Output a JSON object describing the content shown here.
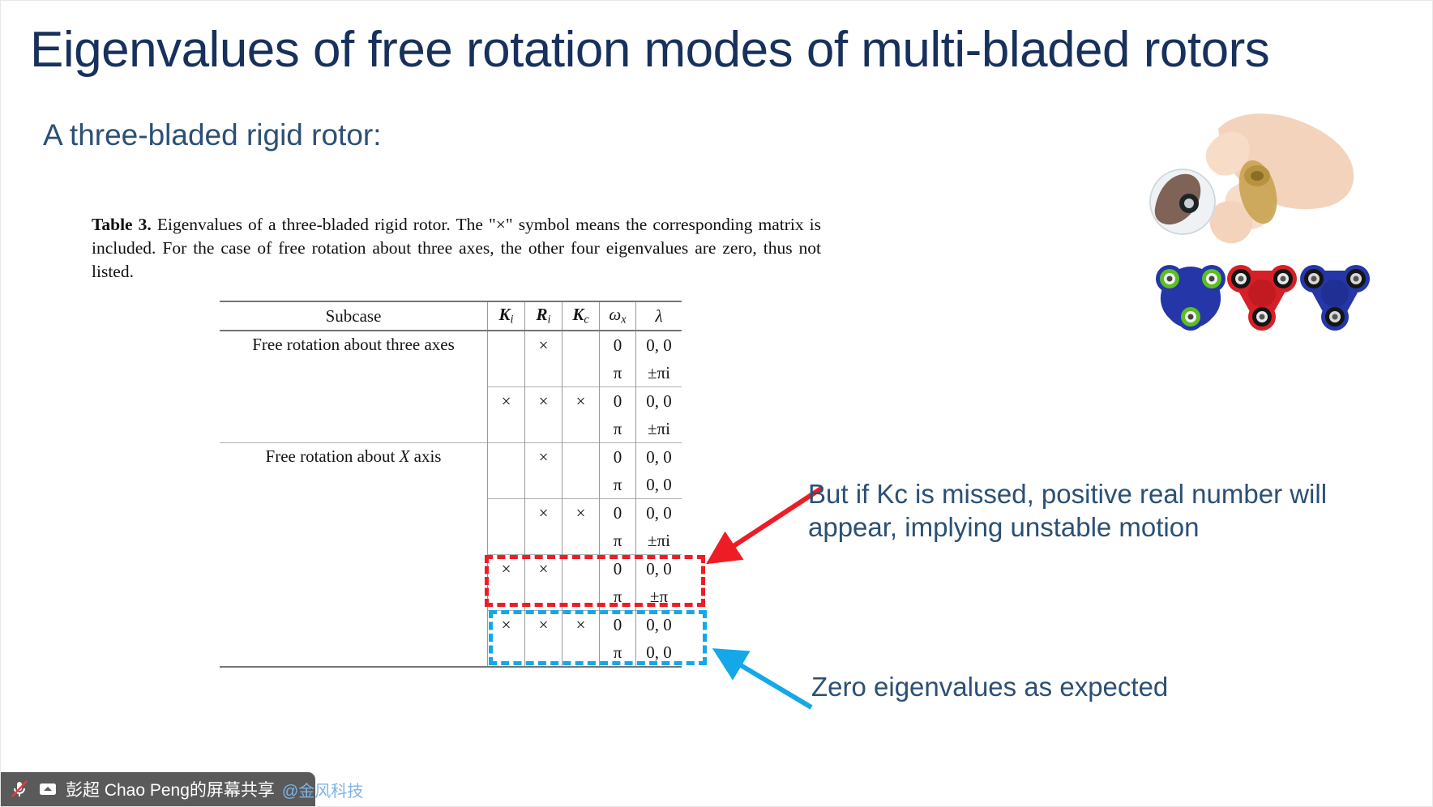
{
  "slide": {
    "title": "Eigenvalues of free rotation modes of multi-bladed rotors",
    "subtitle": "A three-bladed rigid rotor:",
    "title_color": "#17315c",
    "subtitle_color": "#2b5075"
  },
  "caption": {
    "label": "Table 3.",
    "text": " Eigenvalues of a three-bladed rigid rotor. The \"×\" symbol means the corresponding matrix is included. For the case of free rotation about three axes, the other four eigenvalues are zero, thus not listed."
  },
  "table": {
    "headers": [
      "Subcase",
      "K",
      "R",
      "K",
      "ω",
      "λ"
    ],
    "header_display": {
      "subcase": "Subcase",
      "ki_main": "K",
      "ki_sub": "i",
      "ri_main": "R",
      "ri_sub": "i",
      "kc_main": "K",
      "kc_sub": "c",
      "w_main": "ω",
      "w_sub": "x",
      "lambda": "λ"
    },
    "groups": [
      {
        "label": "Free rotation about three axes",
        "blocks": [
          {
            "Ki": "",
            "Ri": "×",
            "Kc": "",
            "rows": [
              {
                "w": "0",
                "l": "0, 0"
              },
              {
                "w": "π",
                "l": "±πi"
              }
            ]
          },
          {
            "Ki": "×",
            "Ri": "×",
            "Kc": "×",
            "rows": [
              {
                "w": "0",
                "l": "0, 0"
              },
              {
                "w": "π",
                "l": "±πi"
              }
            ]
          }
        ]
      },
      {
        "label": "Free rotation about X axis",
        "label_parts": {
          "pre": "Free rotation about ",
          "var": "X",
          "post": " axis"
        },
        "blocks": [
          {
            "Ki": "",
            "Ri": "×",
            "Kc": "",
            "rows": [
              {
                "w": "0",
                "l": "0, 0"
              },
              {
                "w": "π",
                "l": "0, 0"
              }
            ]
          },
          {
            "Ki": "",
            "Ri": "×",
            "Kc": "×",
            "rows": [
              {
                "w": "0",
                "l": "0, 0"
              },
              {
                "w": "π",
                "l": "±πi"
              }
            ]
          },
          {
            "Ki": "×",
            "Ri": "×",
            "Kc": "",
            "highlight": "red",
            "rows": [
              {
                "w": "0",
                "l": "0, 0"
              },
              {
                "w": "π",
                "l": "±π"
              }
            ]
          },
          {
            "Ki": "×",
            "Ri": "×",
            "Kc": "×",
            "highlight": "cyan",
            "rows": [
              {
                "w": "0",
                "l": "0, 0"
              },
              {
                "w": "π",
                "l": "0, 0"
              }
            ]
          }
        ]
      }
    ]
  },
  "annotations": [
    {
      "id": "red",
      "text": "But if Kc is missed, positive real number will appear, implying unstable motion",
      "color": "#ee1c25",
      "text_color": "#2b5075"
    },
    {
      "id": "cyan",
      "text": "Zero eigenvalues as expected",
      "color": "#14a8e8",
      "text_color": "#2b5075"
    }
  ],
  "image": {
    "alt": "fidget-spinner-photo",
    "spinner_colors": [
      "#2436a8",
      "#d61f26",
      "#2436a8"
    ],
    "accent_colors": [
      "#5bbf21",
      "#1a1a1a",
      "#1a1a1a"
    ]
  },
  "taskbar": {
    "share_text": "彭超 Chao Peng的屏幕共享",
    "org_text": "@金风科技",
    "bg": "#5a5a5a",
    "icons": [
      "mic-muted-icon",
      "screen-share-icon"
    ]
  }
}
